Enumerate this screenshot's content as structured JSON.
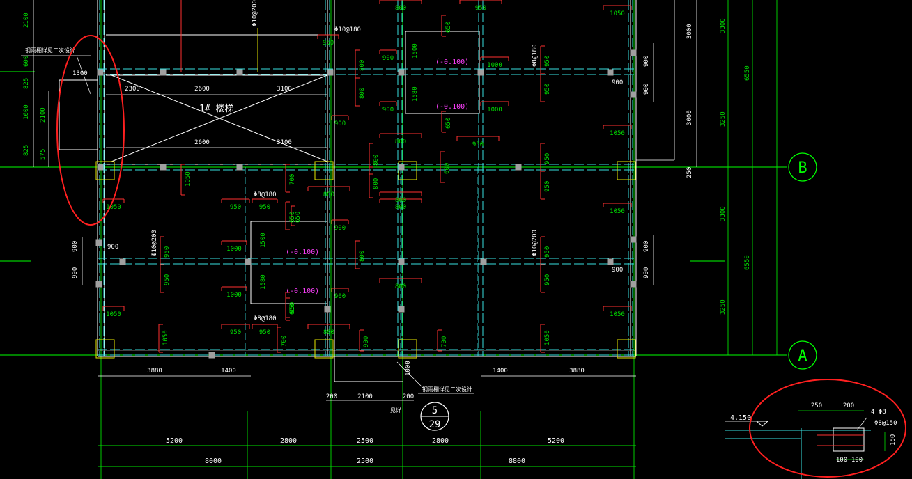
{
  "colors": {
    "background": "#000000",
    "axis": "#00ff00",
    "wall": "#ffffff",
    "beam": "#38e0e0",
    "rebar": "#ff3030",
    "dim_text": "#00e000",
    "text": "#ffffff",
    "magenta": "#ff40ff",
    "column": "#e8e800",
    "markup": "#ff2020"
  },
  "grid_labels": {
    "b": "B",
    "a": "A"
  },
  "stair_label": "1# 楼梯",
  "canopy_note_left": "钢雨棚详见二次设计",
  "canopy_note_bottom": "钢雨棚详见二次设计",
  "detail_ref": {
    "top": "5",
    "bottom": "29"
  },
  "detail_label": "见详",
  "section": {
    "elevation": "4.150",
    "rebar_top": "4 Φ8",
    "rebar_stirrup": "Φ8@150"
  },
  "left_dims": [
    "2100",
    "600",
    "825",
    "1600",
    "2100",
    "825",
    "575",
    "1300"
  ],
  "left_dims_lower": [
    "900",
    "900",
    "900"
  ],
  "right_dims": [
    "3000",
    "3000",
    "250",
    "900",
    "900",
    "900",
    "900",
    "900"
  ],
  "right_axis_dims": [
    "3300",
    "3250",
    "6550",
    "3300",
    "3250",
    "6550"
  ],
  "bottom_dims_row1": [
    "3880",
    "1400",
    "1400",
    "3880"
  ],
  "bottom_dims_row2": [
    "200",
    "2100",
    "200",
    "1000"
  ],
  "bottom_dims_row3": [
    "5200",
    "2800",
    "2500",
    "2800",
    "5200"
  ],
  "bottom_dims_row4": [
    "8000",
    "2500",
    "8800"
  ],
  "stair_dims": [
    "2300",
    "2600",
    "3100",
    "2600",
    "3100"
  ],
  "section_dims": [
    "250",
    "200",
    "100",
    "100",
    "150"
  ],
  "slab_levels": [
    "(-0.100)",
    "(-0.100)",
    "(-0.100)",
    "(-0.100)"
  ],
  "rebar_specs": [
    "Φ10@200",
    "Φ10@180",
    "Φ8@180",
    "Φ10@200",
    "Φ10@200",
    "Φ8@180",
    "Φ8@180"
  ],
  "rebar_lengths": [
    "950",
    "800",
    "900",
    "1000",
    "1050",
    "700",
    "650",
    "1500",
    "1580",
    "600"
  ]
}
